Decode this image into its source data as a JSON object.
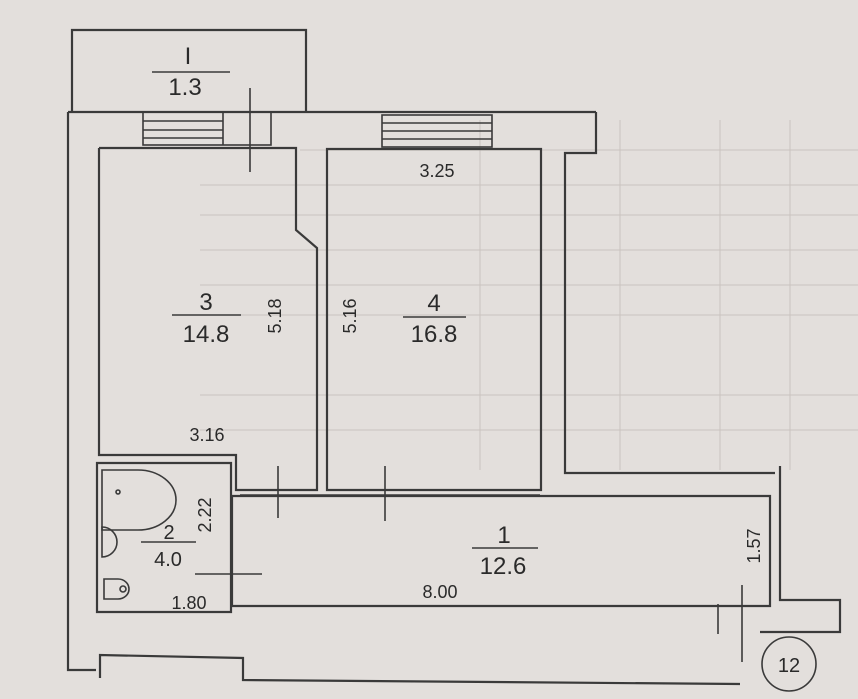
{
  "balcony": {
    "number": "I",
    "area": "1.3"
  },
  "rooms": [
    {
      "number": "3",
      "area": "14.8"
    },
    {
      "number": "4",
      "area": "16.8"
    },
    {
      "number": "2",
      "area": "4.0"
    },
    {
      "number": "1",
      "area": "12.6"
    }
  ],
  "dimensions": {
    "room4_width": "3.25",
    "room3_length": "5.18",
    "room4_length": "5.16",
    "room3_width": "3.16",
    "bath_height": "2.22",
    "bath_width": "1.80",
    "hall_length": "8.00",
    "hall_width": "1.57"
  },
  "apartment_number": "12",
  "colors": {
    "ink": "#3a3a3a",
    "paper": "#e3dfdc",
    "shadow": "#d9d4d1"
  }
}
